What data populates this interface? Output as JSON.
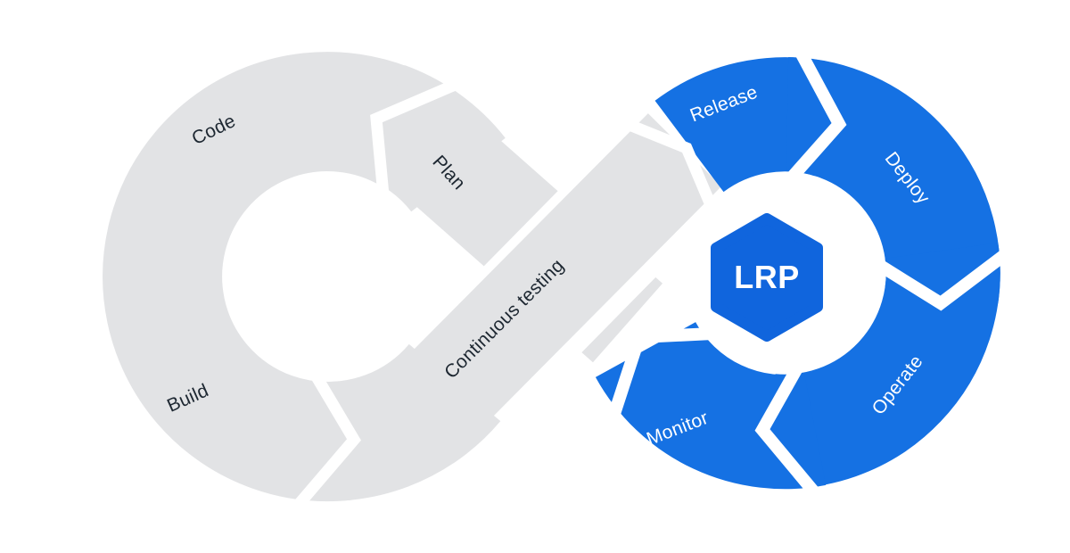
{
  "colors": {
    "background": "#ffffff",
    "left_loop": "#e2e3e5",
    "right_loop": "#1571e3",
    "badge": "#1065dd",
    "badge_text": "#ffffff",
    "label_text": "#1d2731"
  },
  "left_loop": {
    "labels": {
      "code": "Code",
      "plan": "Plan",
      "build": "Build",
      "continuous_testing": "Continuous testing"
    }
  },
  "right_loop": {
    "labels": {
      "release": "Release",
      "deploy": "Deploy",
      "operate": "Operate",
      "monitor": "Monitor"
    }
  },
  "center_badge": {
    "text": "LRP"
  }
}
